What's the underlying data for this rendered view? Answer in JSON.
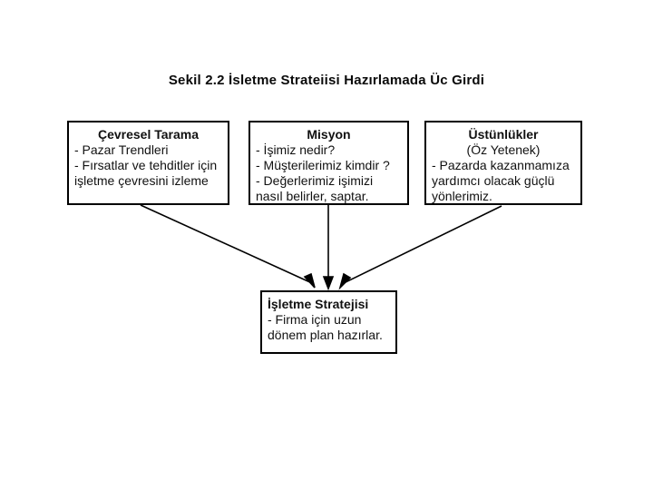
{
  "diagram": {
    "title": "Sekil 2.2 İsletme Strateiisi Hazırlamada Üc Girdi",
    "nodes": {
      "environmental_scanning": {
        "heading": "Çevresel Tarama",
        "lines": [
          "- Pazar Trendleri",
          "- Fırsatlar ve tehditler için",
          "işletme çevresini izleme"
        ]
      },
      "mission": {
        "heading": "Misyon",
        "lines": [
          "- İşimiz nedir?",
          "- Müşterilerimiz kimdir ?",
          "- Değerlerimiz işimizi",
          "nasıl belirler, saptar."
        ]
      },
      "strengths": {
        "heading": "Üstünlükler",
        "subheading": "(Öz Yetenek)",
        "lines": [
          "- Pazarda kazanmamıza",
          "yardımcı olacak güçlü",
          "yönlerimiz."
        ]
      },
      "business_strategy": {
        "heading": "İşletme Stratejisi",
        "lines": [
          "- Firma için uzun",
          "dönem plan hazırlar."
        ]
      }
    },
    "connectors": [
      {
        "name": "scanning-to-strategy",
        "from": "environmental_scanning",
        "to": "business_strategy"
      },
      {
        "name": "mission-to-strategy",
        "from": "mission",
        "to": "business_strategy"
      },
      {
        "name": "strengths-to-strategy",
        "from": "strengths",
        "to": "business_strategy"
      }
    ],
    "colors": {
      "background": "#ffffff",
      "stroke": "#000000",
      "text": "#111111"
    }
  }
}
